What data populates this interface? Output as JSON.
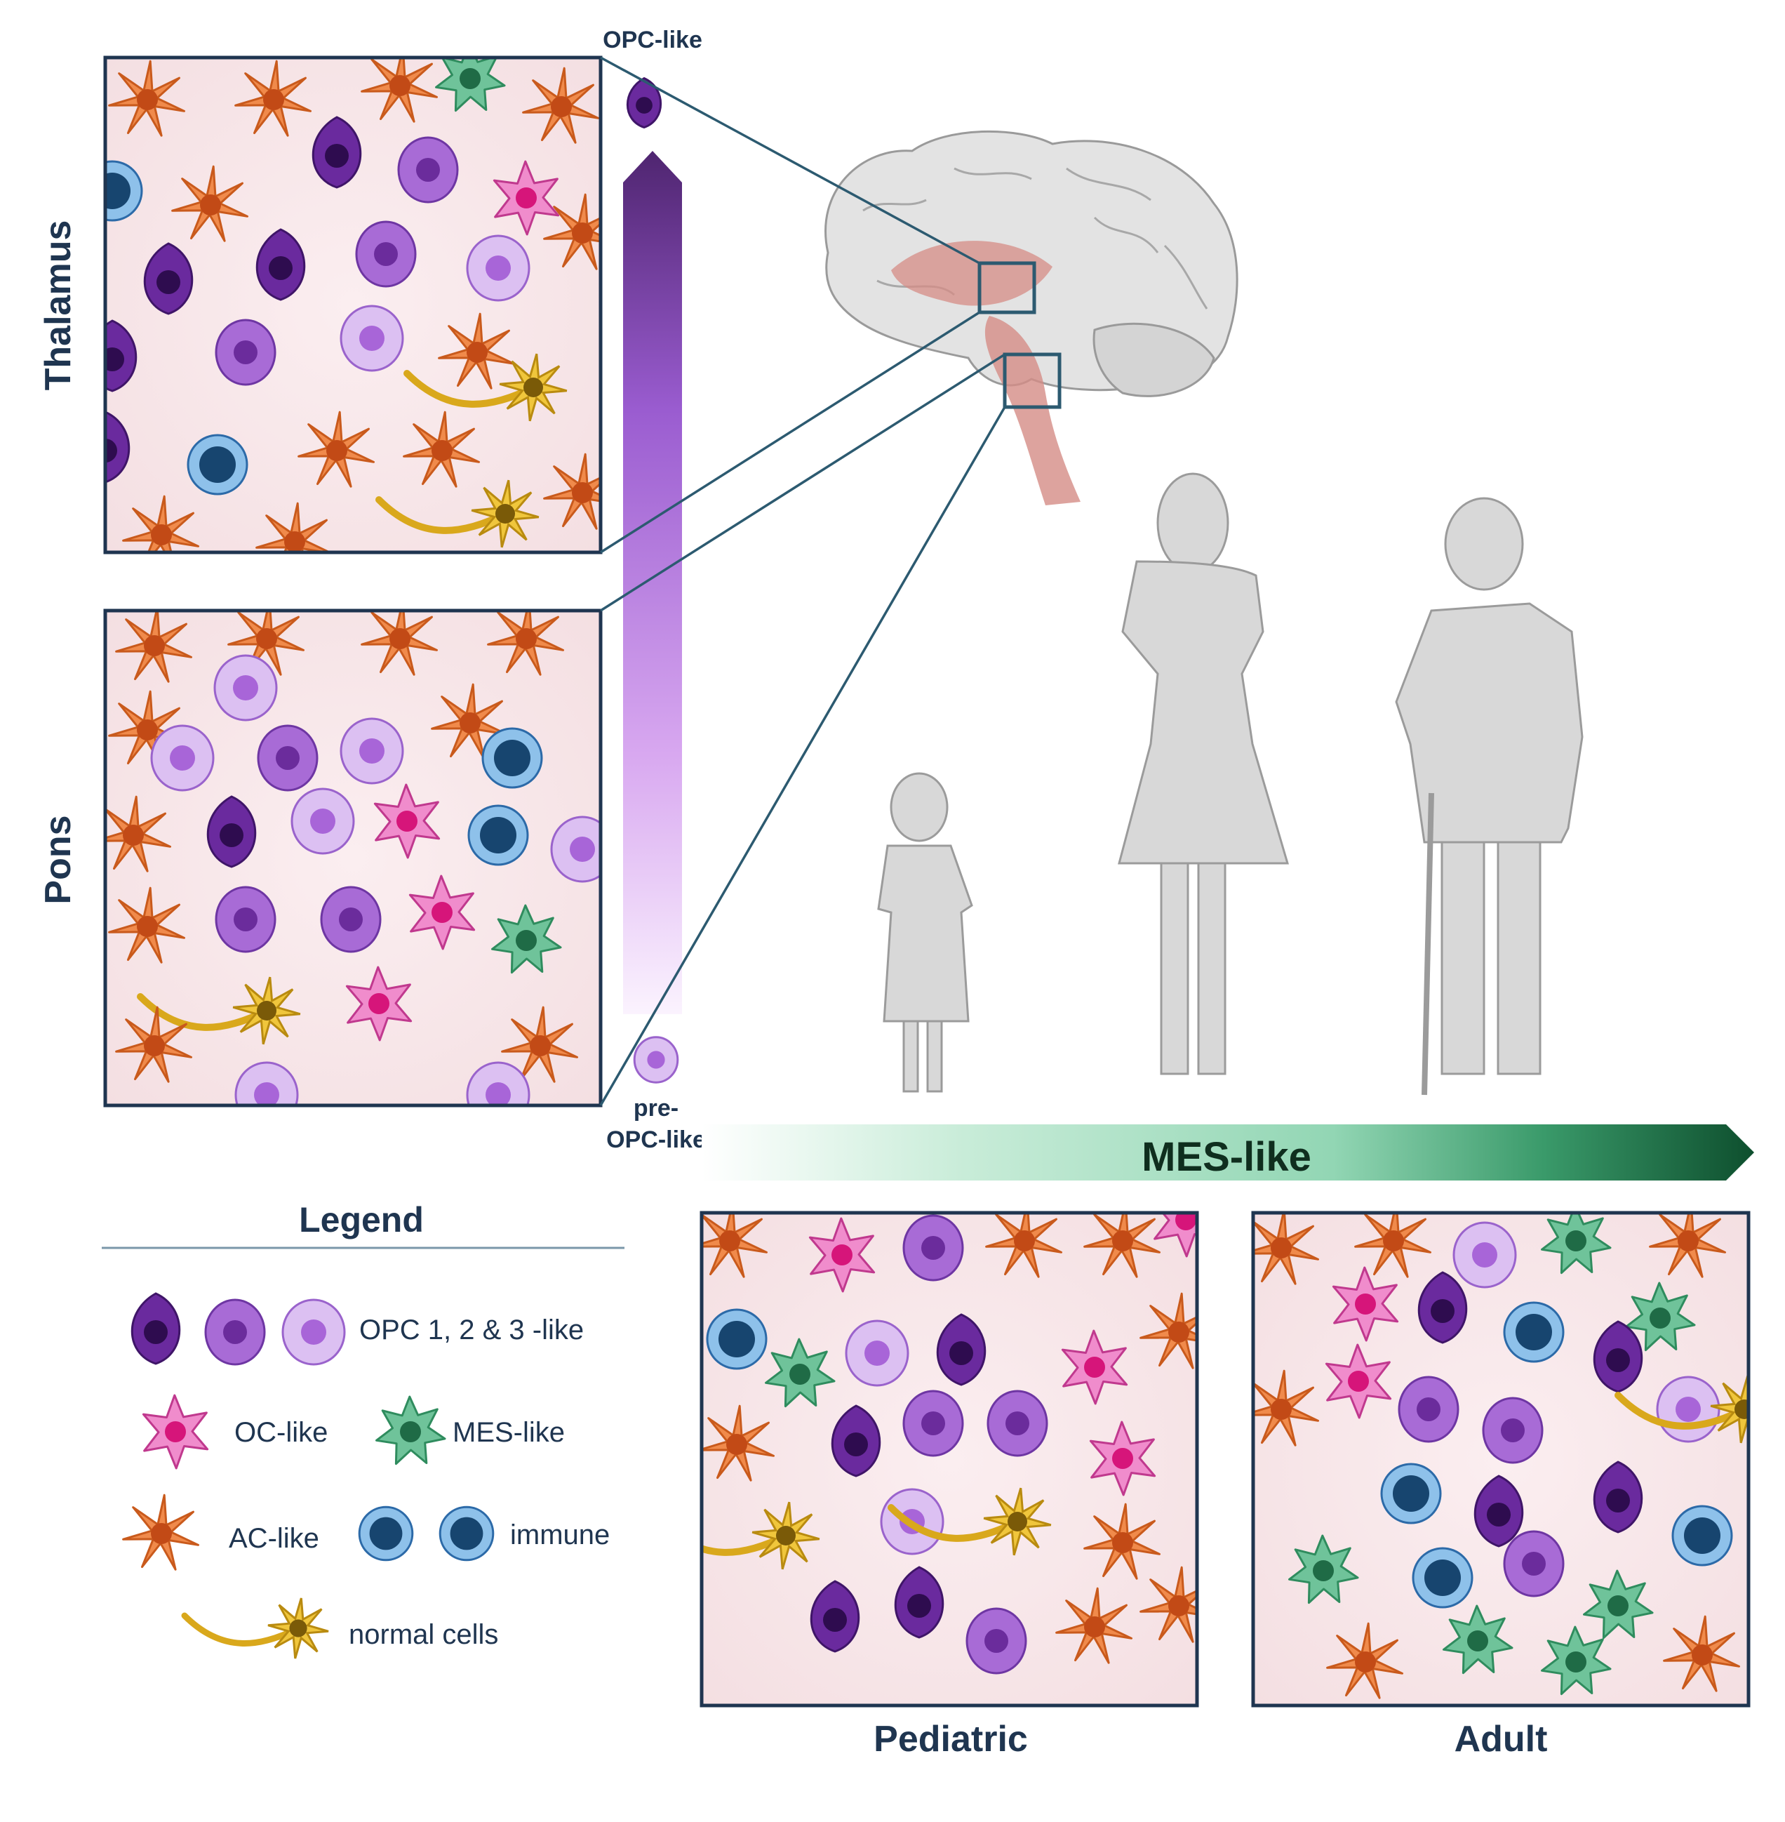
{
  "regions": {
    "thalamus": "Thalamus",
    "pons": "Pons"
  },
  "gradient_labels": {
    "top": "OPC-like",
    "bottom_line1": "pre-",
    "bottom_line2": "OPC-like",
    "mes": "MES-like"
  },
  "panel_captions": {
    "pediatric": "Pediatric",
    "adult": "Adult"
  },
  "legend": {
    "title": "Legend",
    "opc": "OPC 1, 2 & 3 -like",
    "oc": "OC-like",
    "mes": "MES-like",
    "ac": "AC-like",
    "immune": "immune",
    "normal": "normal cells"
  },
  "colors": {
    "frame": "#1f3550",
    "opc_dark": "#6a2a9e",
    "opc_mid": "#a86bd6",
    "opc_light": "#dcc0f2",
    "oc": "#f08ccc",
    "mes": "#6fc39a",
    "ac": "#f08a4b",
    "immune": "#4b86c4",
    "normal": "#f0c63c",
    "mes_arrow": "#0f5a35",
    "opc_arrow": "#6b3a9a"
  }
}
